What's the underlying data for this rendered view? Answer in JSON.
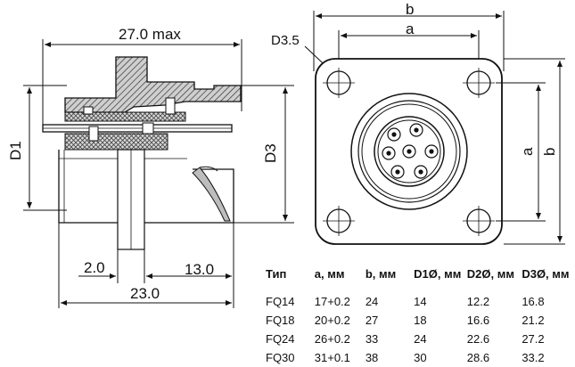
{
  "side_view": {
    "dim_top": "27.0 max",
    "dim_left": "D1",
    "dim_right": "D3",
    "dim_bottom_small": "2.0",
    "dim_bottom_mid": "13.0",
    "dim_bottom_total": "23.0"
  },
  "front_view": {
    "dim_hole": "D3.5",
    "dim_b_top": "b",
    "dim_a_top": "a",
    "dim_a_right": "a",
    "dim_b_right": "b"
  },
  "table": {
    "headers": [
      "Тип",
      "a, мм",
      "b, мм",
      "D1Ø, мм",
      "D2Ø, мм",
      "D3Ø, мм"
    ],
    "rows": [
      [
        "FQ14",
        "17+0.2",
        "24",
        "14",
        "12.2",
        "16.8"
      ],
      [
        "FQ18",
        "20+0.2",
        "27",
        "18",
        "16.6",
        "21.2"
      ],
      [
        "FQ24",
        "26+0.2",
        "33",
        "24",
        "22.6",
        "27.2"
      ],
      [
        "FQ30",
        "31+0.1",
        "38",
        "30",
        "28.6",
        "33.2"
      ]
    ]
  },
  "colors": {
    "ink": "#111111",
    "hatch_fill": "#bdbdbd",
    "pin_fill": "#999999"
  }
}
